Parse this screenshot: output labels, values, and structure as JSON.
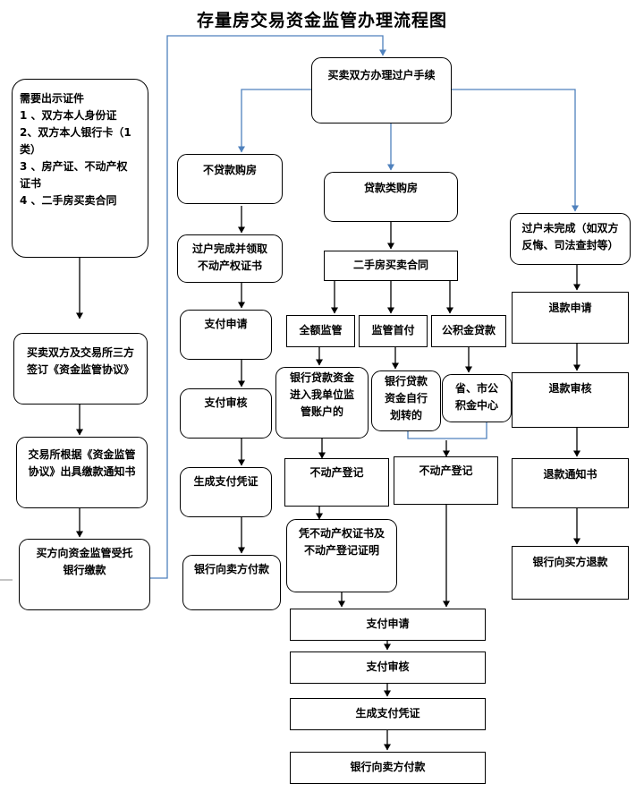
{
  "title": "存量房交易资金监管办理流程图",
  "nodes": {
    "docs": [
      "需要出示证件",
      "1 、双方本人身份证",
      "2、双方本人银行卡（1",
      "类）",
      "3 、房产证、不动产权",
      "证书",
      "4 、二手房买卖合同"
    ],
    "tripartite": [
      "买卖双方及交易所三方",
      "签订《资金监管协议》"
    ],
    "payment_notice": [
      "交易所根据《资金监管",
      "协议》出具缴款通知书"
    ],
    "buyer_pay": [
      "买方向资金监管受托",
      "银行缴款"
    ],
    "transfer": [
      "买卖双方办理过户手续"
    ],
    "no_loan": [
      "不贷款购房"
    ],
    "loan": [
      "贷款类购房"
    ],
    "not_complete": [
      "过户未完成（如双方",
      "反悔、司法查封等）"
    ],
    "title_done": [
      "过户完成并领取",
      "不动产权证书"
    ],
    "a_apply": [
      "支付申请"
    ],
    "a_review": [
      "支付审核"
    ],
    "a_voucher": [
      "生成支付凭证"
    ],
    "a_pay": [
      "银行向卖方付款"
    ],
    "contract": [
      "二手房买卖合同"
    ],
    "full": [
      "全额监管"
    ],
    "down": [
      "监管首付"
    ],
    "fund": [
      "公积金贷款"
    ],
    "bank_in": [
      "银行贷款资金",
      "进入我单位监",
      "管账户的"
    ],
    "bank_self": [
      "银行贷款",
      "资金自行",
      "划转的"
    ],
    "provincial": [
      "省、市公",
      "积金中心"
    ],
    "reg1": [
      "不动产登记"
    ],
    "reg2": [
      "不动产登记"
    ],
    "cert": [
      "凭不动产权证书及",
      "不动产登记证明"
    ],
    "b_apply": [
      "支付申请"
    ],
    "b_review": [
      "支付审核"
    ],
    "b_voucher": [
      "生成支付凭证"
    ],
    "b_pay": [
      "银行向卖方付款"
    ],
    "refund_apply": [
      "退款申请"
    ],
    "refund_review": [
      "退款审核"
    ],
    "refund_notice": [
      "退款通知书"
    ],
    "refund_pay": [
      "银行向买方退款"
    ]
  }
}
